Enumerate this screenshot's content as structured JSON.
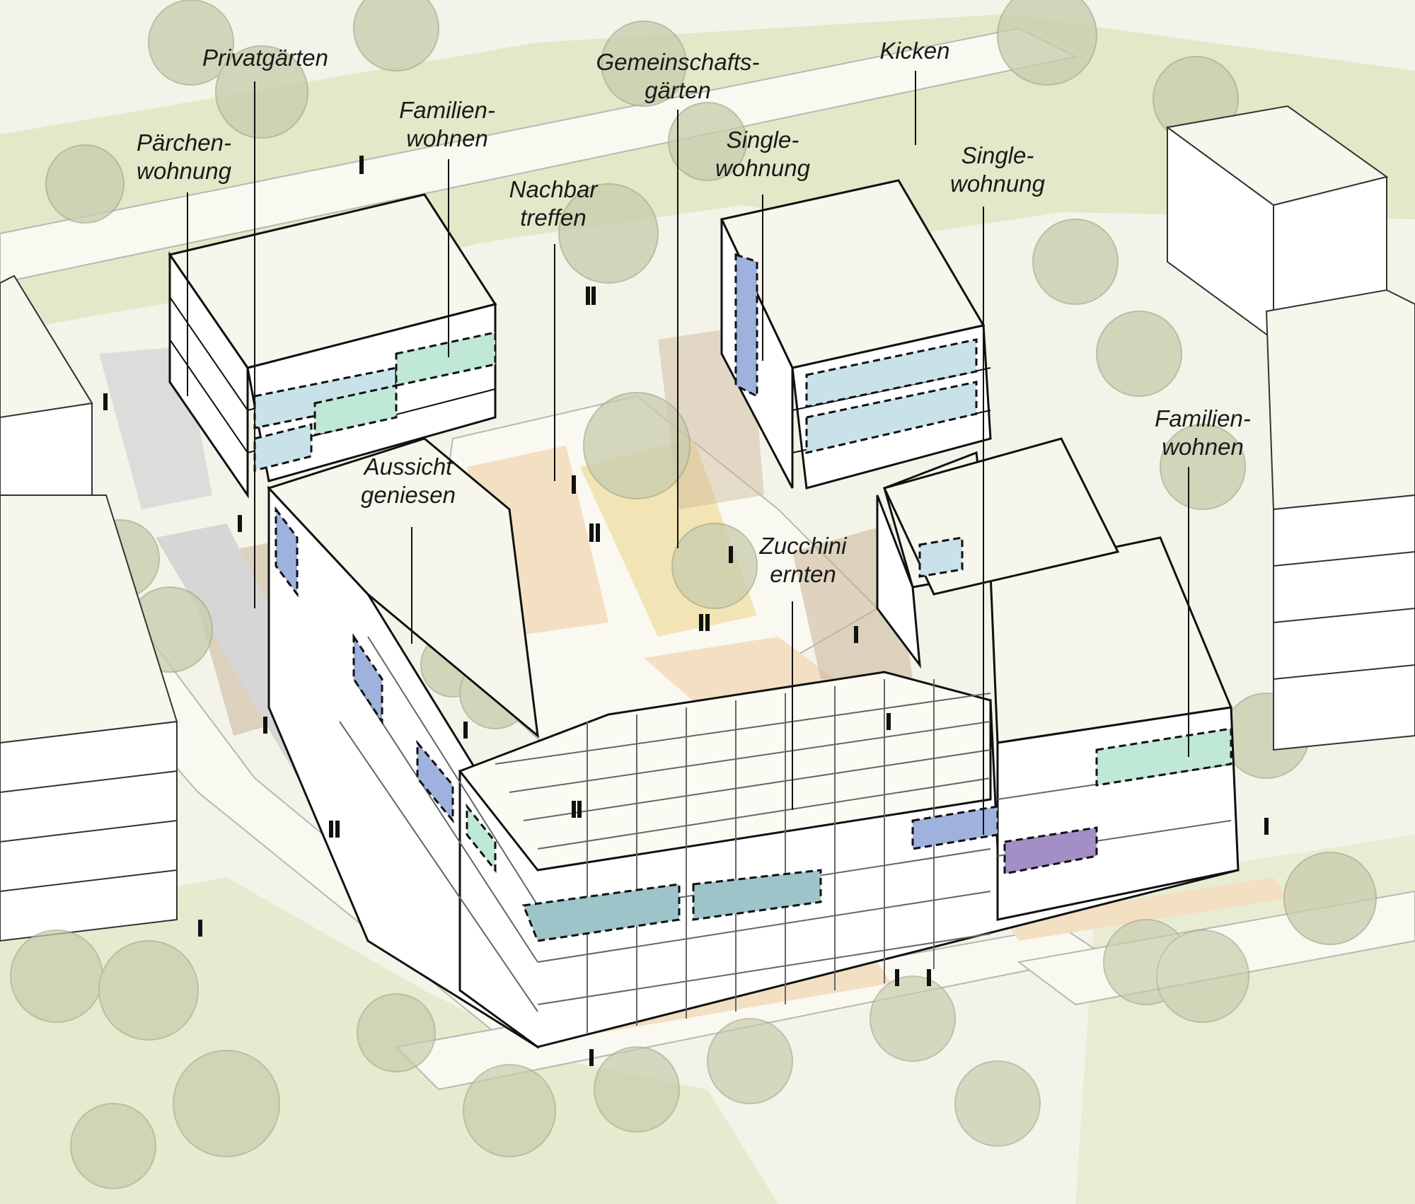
{
  "labels": {
    "privatgaerten": {
      "lines": [
        "Privatgärten"
      ]
    },
    "paerchenwohnung": {
      "lines": [
        "Pärchen-",
        "wohnung"
      ]
    },
    "familienwohnen_left": {
      "lines": [
        "Familien-",
        "wohnen"
      ]
    },
    "gemeinschaftsgaerten": {
      "lines": [
        "Gemeinschafts-",
        "gärten"
      ]
    },
    "kicken": {
      "lines": [
        "Kicken"
      ]
    },
    "nachbar_treffen": {
      "lines": [
        "Nachbar",
        "treffen"
      ]
    },
    "singlewohnung_center": {
      "lines": [
        "Single-",
        "wohnung"
      ]
    },
    "singlewohnung_right": {
      "lines": [
        "Single-",
        "wohnung"
      ]
    },
    "aussicht_geniesen": {
      "lines": [
        "Aussicht",
        "geniesen"
      ]
    },
    "zucchini_ernten": {
      "lines": [
        "Zucchini",
        "ernten"
      ]
    },
    "familienwohnen_right": {
      "lines": [
        "Familien-",
        "wohnen"
      ]
    }
  },
  "colors": {
    "background": "#f4f3ea",
    "lawn": "#e2e9c9",
    "tree": "#c9ccac",
    "paving": "#faf9f1",
    "plaza_yellow": "#f1e1ad",
    "plaza_orange": "#f3dfc2",
    "shadow_brown": "#c9b596",
    "shadow_grey": "#d6d6d6",
    "roof": "#f6f6ed",
    "facade": "#ffffff",
    "outline": "#111111",
    "unit_blue": "#c9e2ea",
    "unit_mint": "#bfe8d6",
    "unit_periwinkle": "#9fb2de",
    "unit_purple": "#a48ec6",
    "unit_teal": "#9cc4c9"
  },
  "legend_unit_types": {
    "couples": "unit_blue",
    "families": "unit_mint",
    "singles": "unit_periwinkle"
  }
}
